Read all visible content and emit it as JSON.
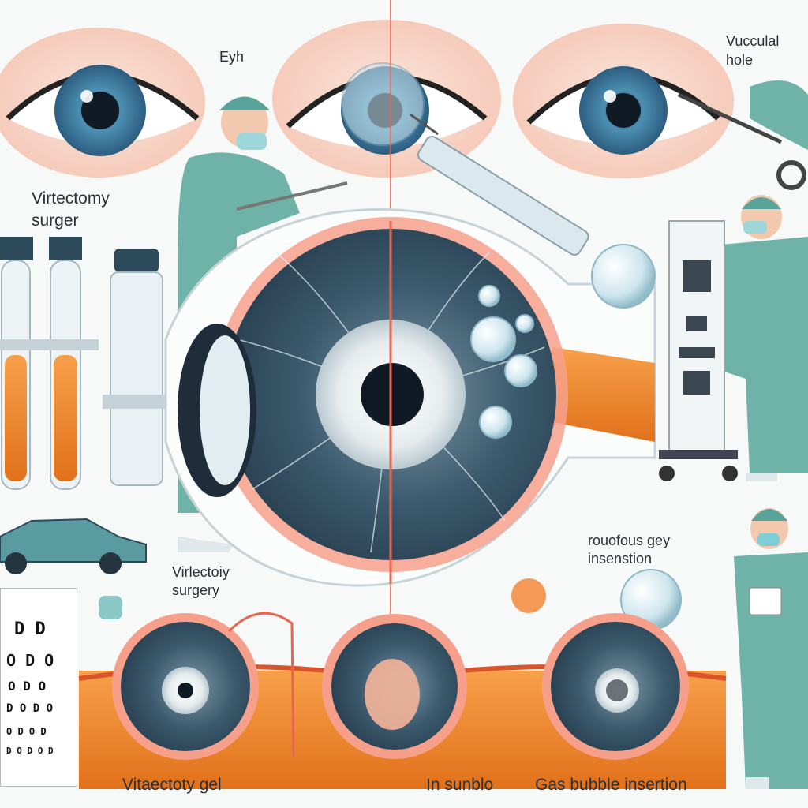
{
  "labels": {
    "eye_top": "Eyh",
    "macular_hole": "Vucculal\nhole",
    "vitrectomy_top": "Virtectomy\nsurger",
    "vitrectomy_mid": "Virlectoiy\nsurgery",
    "gas_top": "rouofous gey\ninsenstion",
    "bottom_gel": "Vitaectoty gel",
    "bottom_bubble": "In sunblo",
    "bottom_gas": "Gas bubble insertion"
  },
  "colors": {
    "iris": "#4d8fb3",
    "retina": "#34546a",
    "vessel_red": "#e8664f",
    "orange": "#f08a2e",
    "scrubs": "#6fb3a8",
    "background": "#f7f9f9"
  },
  "icons": {
    "surgeon": "surgeon-figure",
    "tube": "test-tube-icon",
    "syringe": "syringe-icon",
    "car": "car-icon",
    "bubble": "gas-bubble-icon",
    "eye_chart": "eye-chart-icon"
  }
}
